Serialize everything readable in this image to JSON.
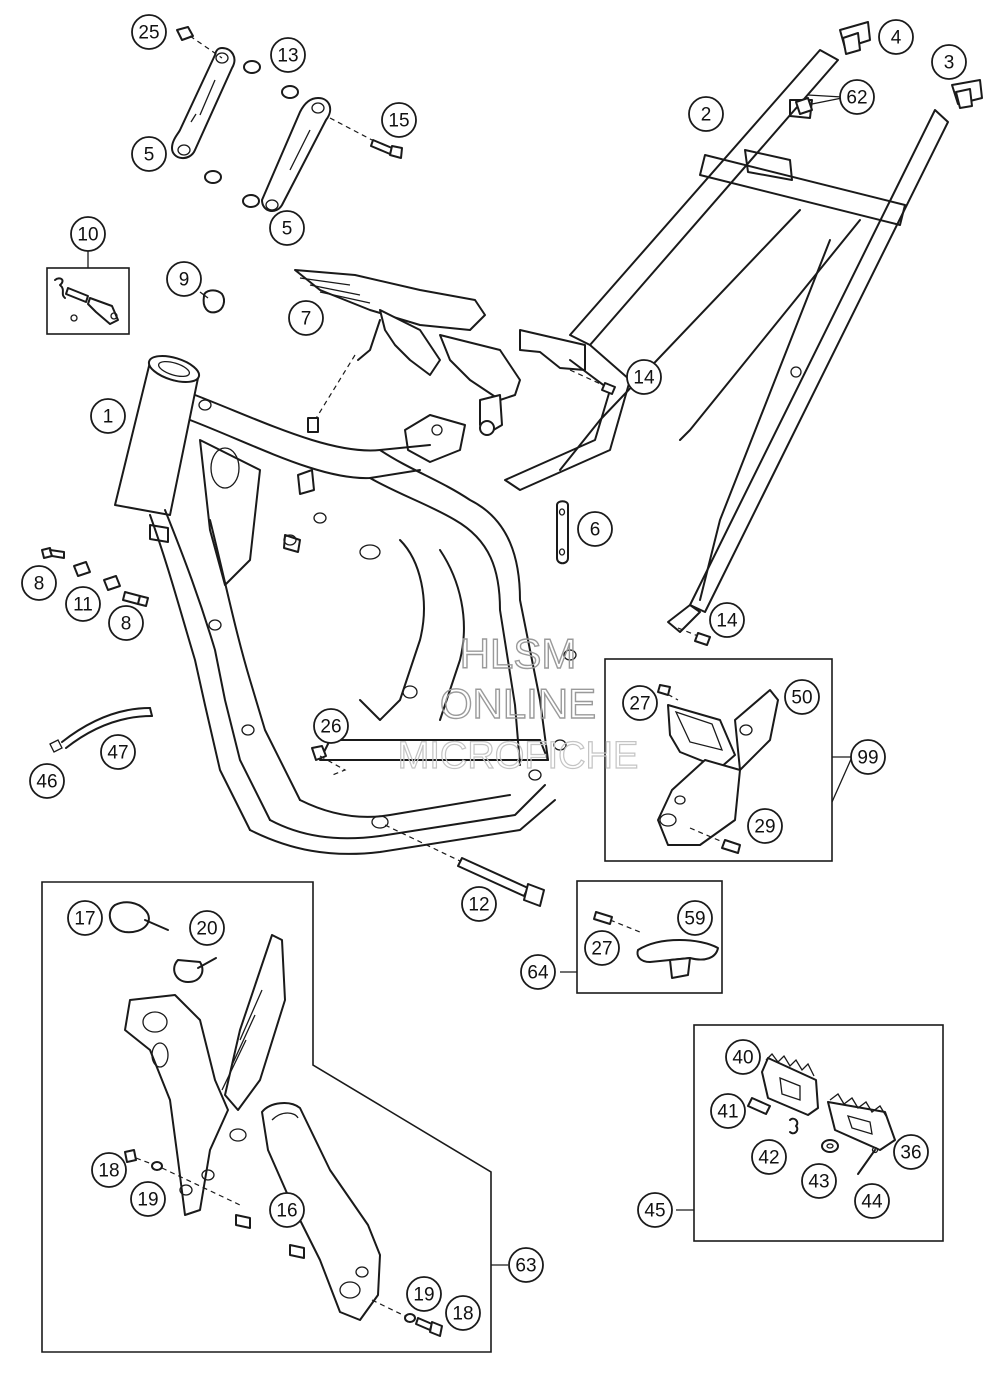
{
  "callouts": [
    "25",
    "4",
    "13",
    "3",
    "62",
    "2",
    "15",
    "5",
    "5",
    "10",
    "9",
    "7",
    "1",
    "14",
    "6",
    "8",
    "11",
    "8",
    "14",
    "27",
    "50",
    "99",
    "26",
    "47",
    "46",
    "29",
    "12",
    "17",
    "20",
    "59",
    "27",
    "64",
    "40",
    "41",
    "42",
    "36",
    "43",
    "44",
    "45",
    "18",
    "19",
    "16",
    "63",
    "19",
    "18"
  ],
  "watermark": {
    "line1": "HLSM",
    "line2": "ONLINE",
    "line3": "MICROFICHE"
  },
  "colors": {
    "line": "#1a1a1a",
    "background": "#ffffff",
    "watermark": "#cfcfcf"
  }
}
